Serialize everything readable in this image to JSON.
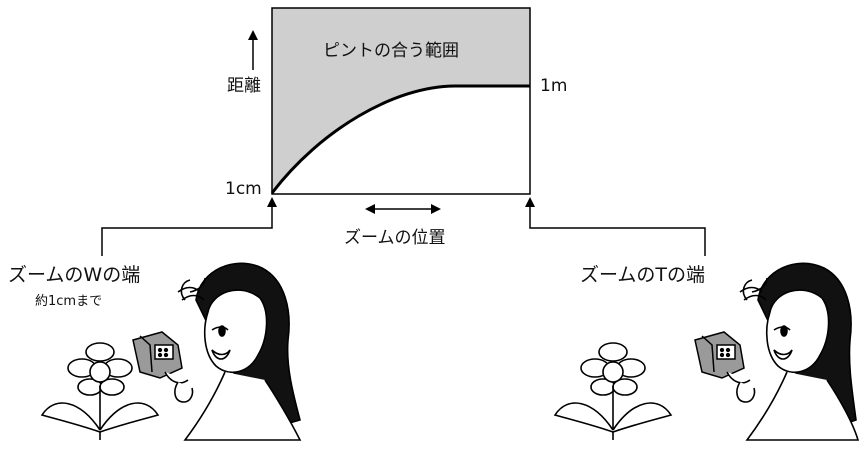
{
  "graph": {
    "title": "ピントの合う範囲",
    "y_axis_label": "距離",
    "y_bottom_label": "1cm",
    "y_top_label": "1m",
    "x_axis_label": "ズームの位置",
    "fill_color": "#cfcfcf",
    "line_color": "#000000"
  },
  "left_scene": {
    "caption": "ズームのWの端",
    "subcaption": "約1cmまで"
  },
  "right_scene": {
    "caption": "ズームのTの端"
  }
}
